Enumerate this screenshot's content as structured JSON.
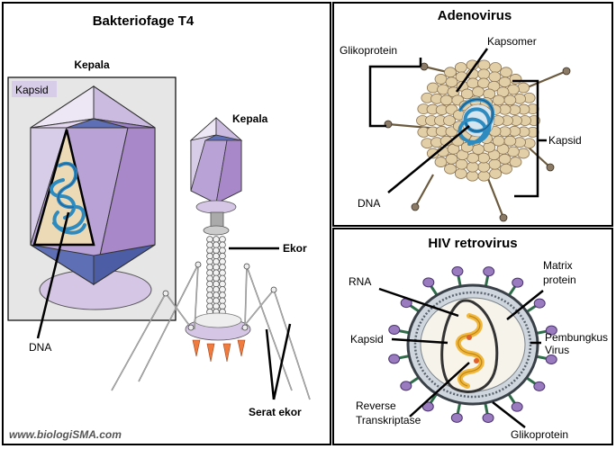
{
  "t4": {
    "title": "Bakteriofage T4",
    "head_label_left": "Kepala",
    "capsid": "Kapsid",
    "dna": "DNA",
    "head_label_right": "Kepala",
    "tail": "Ekor",
    "tail_fiber": "Serat ekor",
    "source": "www.biologiSMA.com"
  },
  "adenovirus": {
    "title": "Adenovirus",
    "glycoprotein": "Glikoprotein",
    "capsomer": "Kapsomer",
    "capsid": "Kapsid",
    "dna": "DNA"
  },
  "hiv": {
    "title": "HIV retrovirus",
    "rna": "RNA",
    "matrix_line1": "Matrix",
    "matrix_line2": "protein",
    "capsid": "Kapsid",
    "envelope_line1": "Pembungkus",
    "envelope_line2": "Virus",
    "rt_line1": "Reverse",
    "rt_line2": "Transkriptase",
    "glycoprotein": "Glikoprotein"
  },
  "colors": {
    "capsid_light": "#d8cde8",
    "capsid_purple": "#a888c8",
    "capsid_blue": "#5e6fb6",
    "dna_blue": "#2e8bc0",
    "collar_lavender": "#d6c6e6",
    "base_orange": "#f07b3f",
    "adeno_capsomer": "#e2cfa8",
    "hiv_spike": "#9b7bbf",
    "hiv_core": "#f0b73a"
  }
}
